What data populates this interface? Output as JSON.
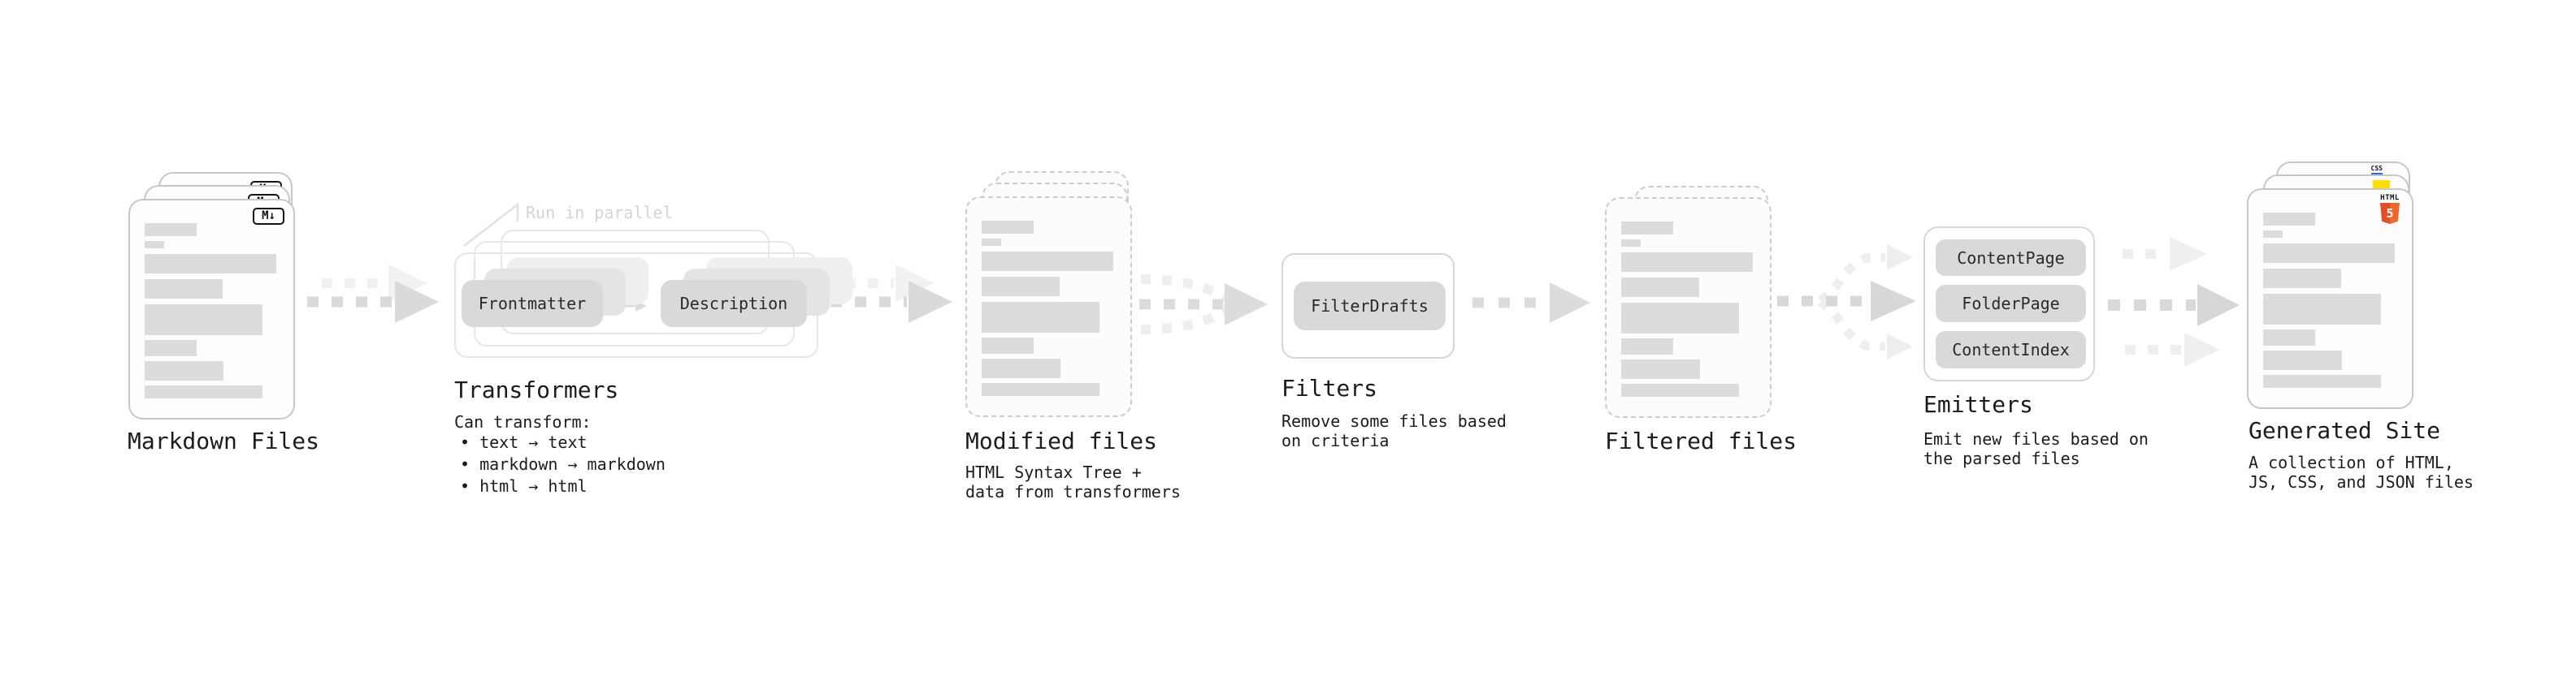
{
  "pipeline": {
    "markdown_files": {
      "label": "Markdown Files",
      "badge": "M↓"
    },
    "transformers": {
      "annotation": "Run in parallel",
      "input_pill": "Frontmatter",
      "output_pill": "Description",
      "label": "Transformers",
      "subtitle": "Can transform:",
      "bullets": [
        "• text → text",
        "• markdown → markdown",
        "• html → html"
      ]
    },
    "modified_files": {
      "label": "Modified files",
      "subtitle": "HTML Syntax Tree +\ndata from transformers"
    },
    "filters": {
      "label": "Filters",
      "pill": "FilterDrafts",
      "subtitle": "Remove some files based\non criteria"
    },
    "filtered_files": {
      "label": "Filtered files"
    },
    "emitters": {
      "label": "Emitters",
      "pills": [
        "ContentPage",
        "FolderPage",
        "ContentIndex"
      ],
      "subtitle": "Emit new files based on\nthe parsed files"
    },
    "generated_site": {
      "label": "Generated Site",
      "subtitle": "A collection of HTML,\nJS, CSS, and JSON files",
      "badges": {
        "css": "CSS",
        "html_word": "HTML",
        "html_number": "5"
      }
    }
  },
  "colors": {
    "text_dark": "#1c1c1c",
    "bar_gray": "#dcdcdc",
    "pill_gray": "#d9d9d9",
    "arrow_dark": "#dadada",
    "arrow_light": "#f1f1f1",
    "annotation_gray": "#d4d4d4",
    "html5_orange": "#e44d26",
    "html5_orange_light": "#f16529",
    "js_yellow": "#ffdf00",
    "css_blue": "#2b6bf3"
  }
}
